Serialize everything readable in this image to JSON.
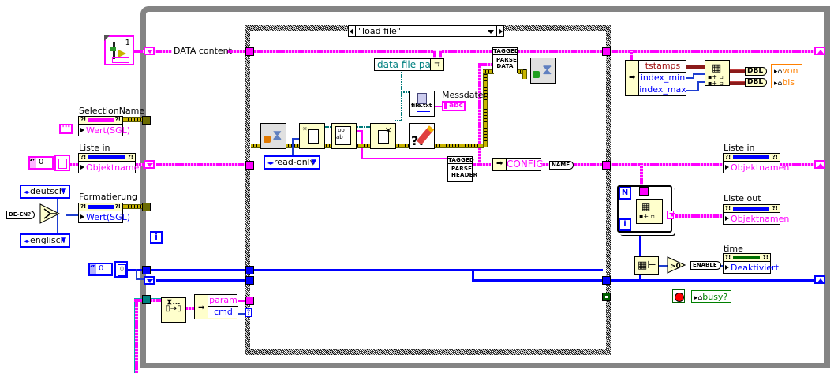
{
  "diagram": {
    "type": "LabVIEW block diagram",
    "case_selector": {
      "value": "\"load file\""
    },
    "loop": {
      "type": "while-loop",
      "iteration_terminal": "i"
    },
    "wire_labels": {
      "data_content": "DATA content"
    },
    "left_controls": {
      "selection_name": {
        "label": "SelectionName",
        "value": "Wert(SGL)"
      },
      "liste_in": {
        "label": "Liste in",
        "value": "Objektnamen",
        "index": "0"
      },
      "formatierung": {
        "label": "Formatierung",
        "value": "Wert(SGL)"
      },
      "lang_ring_true": "deutsch",
      "lang_ring_false": "englisch",
      "lang_selector_const": "DE-EN?",
      "numeric_const": "0",
      "numeric_const2": "0",
      "feedback_node_index": "1"
    },
    "queue_unbundle": {
      "fields": [
        "param",
        "cmd"
      ]
    },
    "case_nodes": {
      "read_only_ring": "read-only",
      "data_file_path": "data file path",
      "file_icon_label": "file.txt",
      "messdaten_label": "Messdaten",
      "messdaten_value": "abc",
      "parse_data": {
        "tag": "TAGGED",
        "text": "PARSE DATA"
      },
      "parse_header": {
        "tag": "TAGGED",
        "text": "PARSE HEADER"
      },
      "config_field": "CONFIG",
      "name_const": "NAME"
    },
    "right_nodes": {
      "unbundle_fields": [
        "tstamps",
        "index_min",
        "index_max"
      ],
      "dbl1": "DBL",
      "dbl2": "DBL",
      "local_von": "von",
      "local_bis": "bis",
      "liste_in": {
        "label": "Liste in",
        "value": "Objektnamen"
      },
      "liste_out": {
        "label": "Liste out",
        "value": "Objektnamen"
      },
      "for_loop_count": "N",
      "for_loop_iter": "i",
      "enable_const": "ENABLE",
      "time_indicator": {
        "label": "time",
        "value": "Deaktiviert"
      },
      "busy_local": "busy?"
    },
    "colors": {
      "string_wire": "#ff00ff",
      "numeric_wire": "#0000ff",
      "error_wire": "#c8b400",
      "path_wire": "#007a7a",
      "boolean_wire": "#008000",
      "loop_border": "#848484",
      "local_orange": "#ff8000"
    }
  }
}
